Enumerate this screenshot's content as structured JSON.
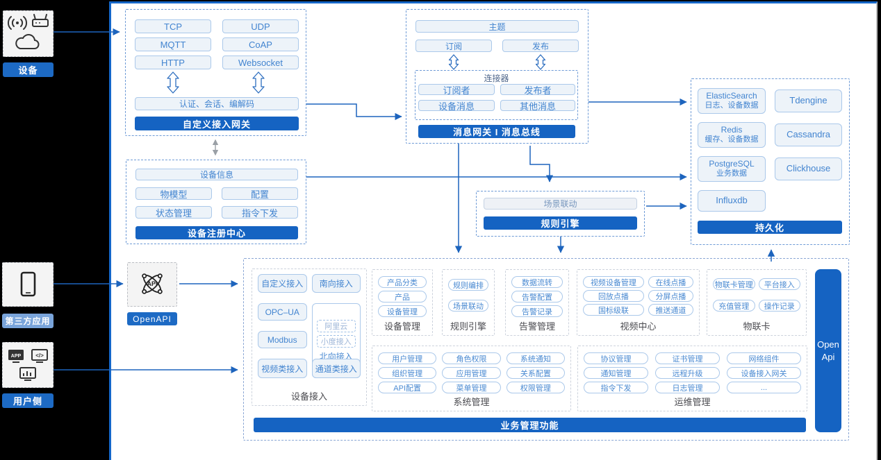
{
  "left_rail": {
    "device": {
      "label": "设备"
    },
    "third_party": {
      "label": "第三方应用"
    },
    "user_side": {
      "label": "用户侧"
    }
  },
  "custom_gateway": {
    "protocols": [
      "TCP",
      "UDP",
      "MQTT",
      "CoAP",
      "HTTP",
      "Websocket"
    ],
    "session_bar": "认证、会话、编解码",
    "title": "自定义接入网关"
  },
  "message_bus": {
    "topic": "主题",
    "subscribe": "订阅",
    "publish": "发布",
    "connector_title": "连接器",
    "connector_items": [
      "订阅者",
      "发布者",
      "设备消息",
      "其他消息"
    ],
    "title": "消息网关 I 消息总线"
  },
  "persistence": {
    "elasticsearch_name": "ElasticSearch",
    "elasticsearch_desc": "日志、设备数据",
    "tdengine": "Tdengine",
    "redis_name": "Redis",
    "redis_desc": "缓存、设备数据",
    "cassandra": "Cassandra",
    "postgresql_name": "PostgreSQL",
    "postgresql_desc": "业务数据",
    "clickhouse": "Clickhouse",
    "influxdb": "Influxdb",
    "title": "持久化"
  },
  "device_registry": {
    "device_info": "设备信息",
    "items": [
      "物模型",
      "配置",
      "状态管理",
      "指令下发"
    ],
    "title": "设备注册中心"
  },
  "rule_engine": {
    "scene_linkage": "场景联动",
    "title": "规则引擎"
  },
  "openapi": {
    "label": "OpenAPI",
    "icon_text": "API"
  },
  "business": {
    "banner": "业务管理功能",
    "open_api_line1": "Open",
    "open_api_line2": "Api",
    "device_access": {
      "label": "设备接入",
      "custom": "自定义接入",
      "south": "南向接入",
      "opcua": "OPC–UA",
      "modbus": "Modbus",
      "aliyun": "阿里云",
      "xiaodu": "小度接入",
      "north": "北向接入",
      "video": "视频类接入",
      "channel": "通道类接入"
    },
    "device_mgmt": {
      "label": "设备管理",
      "items": [
        "产品分类",
        "产品",
        "设备管理"
      ]
    },
    "rule_engine2": {
      "label": "规则引擎",
      "items": [
        "规则编排",
        "场景联动"
      ]
    },
    "alarm_mgmt": {
      "label": "告警管理",
      "items": [
        "数据流转",
        "告警配置",
        "告警记录"
      ]
    },
    "video_center": {
      "label": "视频中心",
      "items": [
        "视频设备管理",
        "在线点播",
        "回放点播",
        "分屏点播",
        "国标级联",
        "推送通道"
      ]
    },
    "iot_card": {
      "label": "物联卡",
      "items": [
        "物联卡管理",
        "平台接入",
        "充值管理",
        "操作记录"
      ]
    },
    "system_mgmt": {
      "label": "系统管理",
      "items": [
        "用户管理",
        "角色权限",
        "系统通知",
        "组织管理",
        "应用管理",
        "关系配置",
        "API配置",
        "菜单管理",
        "权限管理"
      ]
    },
    "ops_mgmt": {
      "label": "运维管理",
      "items": [
        "协议管理",
        "证书管理",
        "网络组件",
        "通知管理",
        "远程升级",
        "设备接入网关",
        "指令下发",
        "日志管理",
        "..."
      ]
    }
  }
}
